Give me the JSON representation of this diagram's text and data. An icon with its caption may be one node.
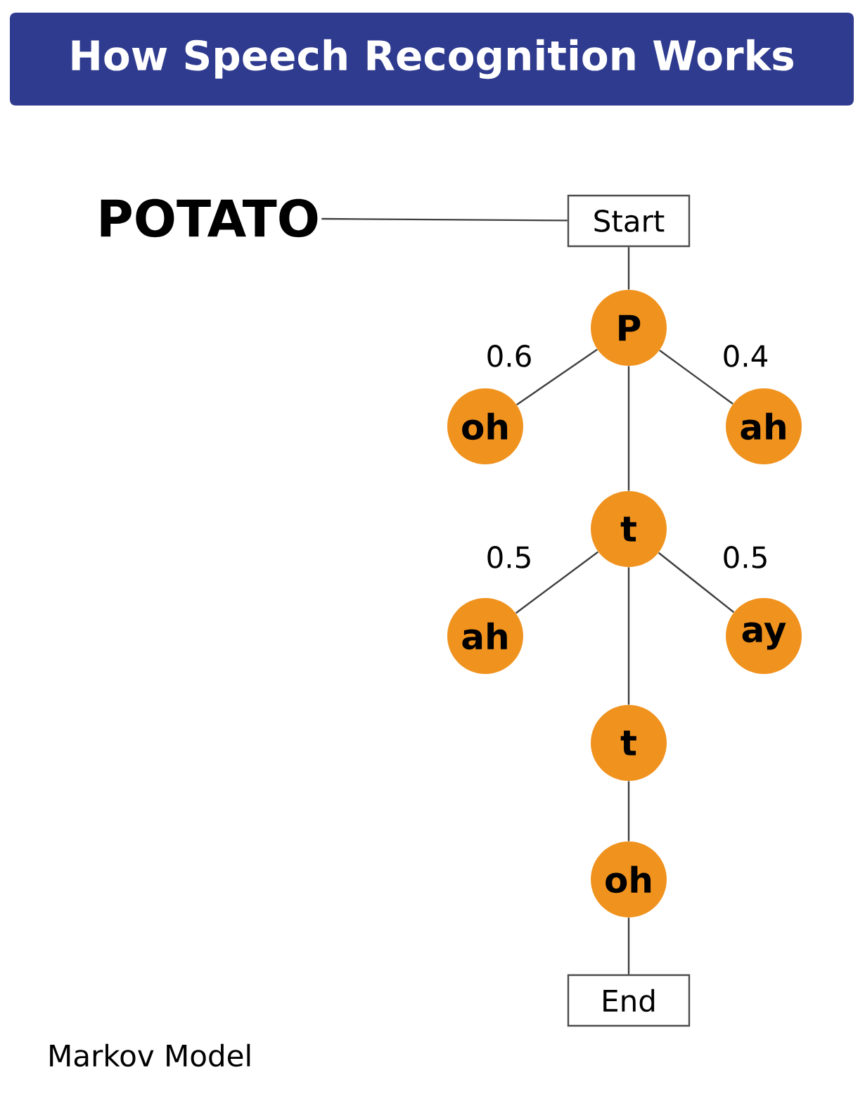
{
  "diagram": {
    "title": "How Speech Recognition Works",
    "nodes": [
      {
        "text": [
          "POTATO"
        ]
      },
      {
        "text": [
          "Start"
        ]
      },
      {
        "text": [
          "P"
        ]
      },
      {
        "text": [
          "oh"
        ]
      },
      {
        "text": [
          "ah"
        ]
      },
      {
        "text": [
          "t"
        ]
      },
      {
        "text": [
          "ah"
        ]
      },
      {
        "text": [
          "ay"
        ]
      },
      {
        "text": [
          "t"
        ]
      },
      {
        "text": [
          "oh"
        ]
      },
      {
        "text": [
          "End"
        ]
      }
    ],
    "edges": [
      {
        "from": 0,
        "to": 1,
        "arrow": "none"
      },
      {
        "from": 1,
        "to": 2,
        "arrow": "none"
      },
      {
        "from": 2,
        "to": 3,
        "arrow": "none",
        "label": "0.6"
      },
      {
        "from": 2,
        "to": 4,
        "arrow": "none",
        "label": "0.4"
      },
      {
        "from": 2,
        "to": 5,
        "arrow": "none"
      },
      {
        "from": 5,
        "to": 6,
        "arrow": "none",
        "label": "0.5"
      },
      {
        "from": 5,
        "to": 7,
        "arrow": "none",
        "label": "0.5"
      },
      {
        "from": 5,
        "to": 8,
        "arrow": "none"
      },
      {
        "from": 8,
        "to": 9,
        "arrow": "none"
      },
      {
        "from": 9,
        "to": 10,
        "arrow": "none"
      }
    ],
    "labels": [
      "Markov Model"
    ]
  }
}
